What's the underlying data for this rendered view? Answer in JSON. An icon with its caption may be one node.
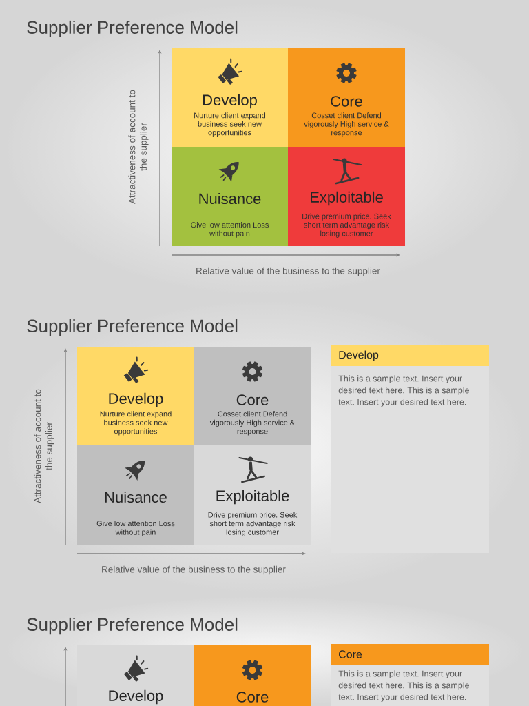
{
  "diagram": {
    "nodes": [
      {
        "text": [
          "Develop",
          "Nurture client expand business seek new opportunities"
        ]
      },
      {
        "text": [
          "Core",
          "Cosset client Defend vigorously High service & response"
        ]
      },
      {
        "text": [
          "Nuisance",
          "Give low attention Loss without pain"
        ]
      },
      {
        "text": [
          "Exploitable",
          "Drive premium price. Seek short term advantage risk losing customer"
        ]
      },
      {
        "text": [
          "Develop",
          "Nurture client expand business seek new opportunities"
        ]
      },
      {
        "text": [
          "Core",
          "Cosset client Defend vigorously High service & response"
        ]
      },
      {
        "text": [
          "Nuisance",
          "Give low attention Loss without pain"
        ]
      },
      {
        "text": [
          "Exploitable",
          "Drive premium price. Seek short term advantage risk losing customer"
        ]
      },
      {
        "text": [
          "Develop",
          "This is a sample text. Insert your desired text here. This is a sample text. Insert your desired text here."
        ]
      },
      {
        "text": [
          "Develop"
        ]
      },
      {
        "text": [
          "Core"
        ]
      },
      {
        "text": [
          "Core",
          "This is a sample text. Insert your desired text here. This is a sample text. Insert your desired text here."
        ]
      }
    ],
    "labels": [
      "Supplier Preference Model",
      "Attractiveness of account to the supplier",
      "Relative value of the business to the supplier",
      "Supplier Preference Model",
      "Attractiveness of account to the supplier",
      "Relative value of the business to the supplier",
      "Supplier Preference Model"
    ]
  }
}
